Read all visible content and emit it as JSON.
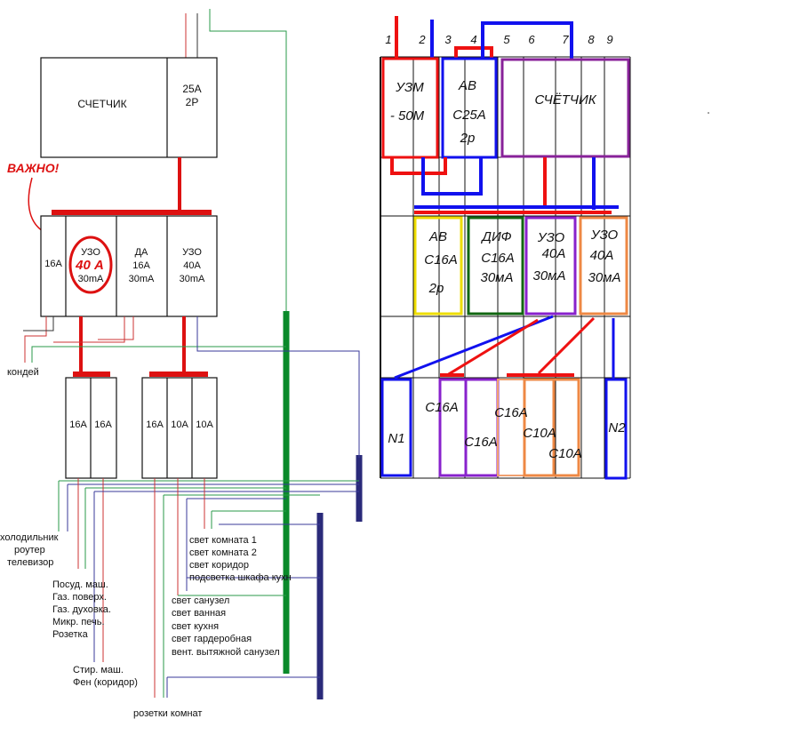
{
  "left_panel": {
    "meter_label": "СЧЕТЧИК",
    "main_breaker_1": "25А",
    "main_breaker_2": "2Р",
    "important": "ВАЖНО!",
    "circled_value": "40 А",
    "dev1_label": "16А",
    "dev2_l1": "УЗО",
    "dev2_l3": "30mA",
    "dev3_l1": "ДА",
    "dev3_l2": "16А",
    "dev3_l3": "30mA",
    "dev4_l1": "УЗО",
    "dev4_l2": "40А",
    "dev4_l3": "30mA",
    "low_a1": "16А",
    "low_a2": "16А",
    "low_b1": "16А",
    "low_b2": "10А",
    "low_b3": "10А",
    "cond": "кондей",
    "fridge": "холодильник",
    "router": "роутер",
    "tv": "телевизор",
    "kitchen": [
      "Посуд. маш.",
      "Газ. поверх.",
      "Газ. духовка.",
      "Микр. печь.",
      "Розетка"
    ],
    "wash": [
      "Стир. маш.",
      "Фен (коридор)"
    ],
    "lights1": [
      "свет комната 1",
      "свет комната 2",
      "свет коридор",
      "подсветка шкафа кухн"
    ],
    "lights2": [
      "свет санузел",
      "свет ванная",
      "свет кухня",
      "свет гардеробная",
      "вент. вытяжной санузел"
    ],
    "sockets": "розетки комнат"
  },
  "right_panel": {
    "col_numbers": [
      "1",
      "2",
      "3",
      "4",
      "5",
      "6",
      "7",
      "8",
      "9"
    ],
    "uzm": [
      "УЗМ",
      "- 50М"
    ],
    "ab_main": [
      "АВ",
      "С25А",
      "2р"
    ],
    "meter": "СЧЁТЧИК",
    "ab16": [
      "АВ",
      "С16А",
      "2р"
    ],
    "dif": [
      "ДИФ",
      "С16А",
      "30мА"
    ],
    "uzo1": [
      "УЗО",
      "40А",
      "30мА"
    ],
    "uzo2": [
      "УЗО",
      "40А",
      "30мА"
    ],
    "n1": "N1",
    "n2": "N2",
    "bottom_labels": [
      "С16А",
      "С16А",
      "С16А",
      "С10А",
      "С10А"
    ]
  }
}
